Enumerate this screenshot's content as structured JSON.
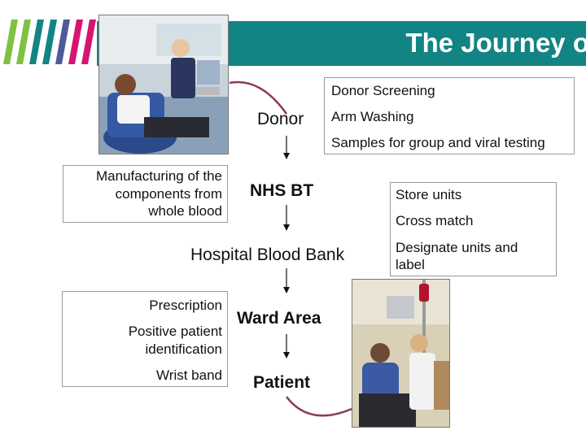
{
  "slide": {
    "title": "The Journey o"
  },
  "flow": {
    "nodes": [
      "Donor",
      "NHS BT",
      "Hospital Blood Bank",
      "Ward Area",
      "Patient"
    ]
  },
  "boxes": {
    "donor_steps": [
      "Donor Screening",
      "Arm Washing",
      "Samples for group and viral testing"
    ],
    "manufacturing": [
      "Manufacturing of the",
      "components from",
      "whole blood"
    ],
    "bank_steps": [
      "Store units",
      "Cross match",
      "Designate units and",
      "label"
    ],
    "ward_steps": [
      "Prescription",
      "Positive patient",
      "identification",
      "Wrist band"
    ]
  },
  "colors": {
    "title_bar": "#138484",
    "title_text": "#ffffff",
    "curve_arrow": "#8b3a55",
    "stripe_colors": [
      "#7fc241",
      "#138484",
      "#4f5a9c",
      "#d5156f"
    ]
  }
}
